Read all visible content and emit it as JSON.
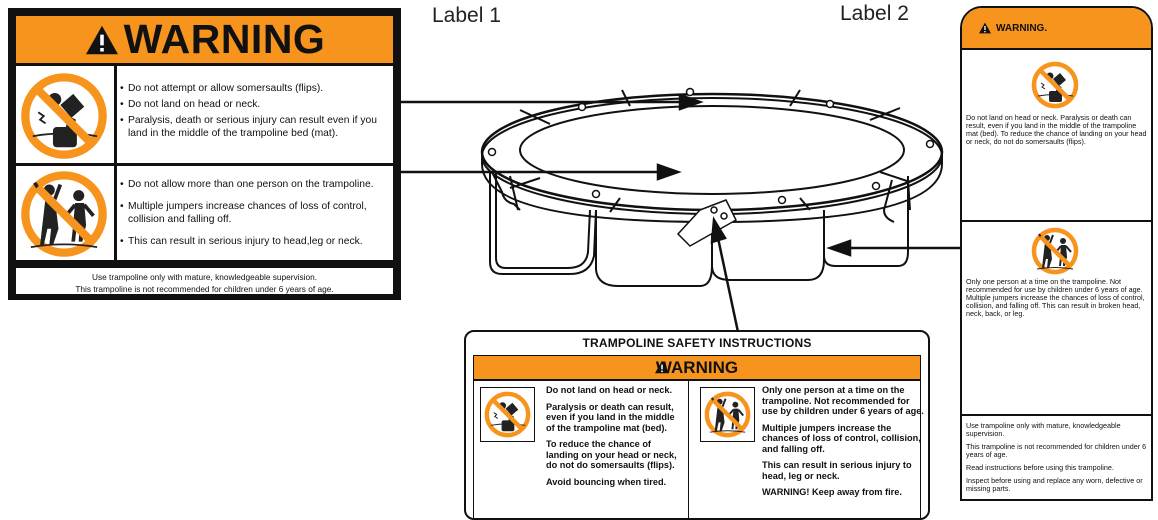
{
  "headings": {
    "label1": "Label 1",
    "label2": "Label 2"
  },
  "label1": {
    "warning": "WARNING",
    "row1": [
      "Do not attempt or allow somersaults (flips).",
      "Do not land on head or neck.",
      "Paralysis, death or serious injury can result even if you land in the middle of the trampoline bed (mat)."
    ],
    "row2": [
      "Do not allow more than one person on the trampoline.",
      "Multiple jumpers increase chances of loss of control, collision and falling off.",
      "This can result in serious injury to head,leg or neck."
    ],
    "footer": [
      "Use trampoline only with mature, knowledgeable supervision.",
      "This trampoline is not recommended for children under 6 years of age."
    ]
  },
  "label2": {
    "warning": "WARNING.",
    "sec1": "Do not land on head or neck. Paralysis or death can result, even if you land in the middle of the trampoline mat (bed). To reduce the chance of landing on your head or neck, do not do somersaults (flips).",
    "sec2": "Only one person at a time on the trampoline. Not recommended for use by children under 6 years of age. Multiple jumpers increase the chances of loss of control, collision, and falling off. This can result in broken head, neck, back, or leg.",
    "sec3": [
      "Use trampoline only with mature, knowledgeable supervision.",
      "This trampoline is not recommended for children under 6 years of age.",
      "Read instructions before using this trampoline.",
      "Inspect before using and replace any worn, defective or missing parts."
    ]
  },
  "sheet": {
    "title": "TRAMPOLINE SAFETY INSTRUCTIONS",
    "warning": "WARNING",
    "left": [
      "Do not land on head or neck.",
      "Paralysis or death can result, even if you land in the middle of the trampoline mat (bed).",
      "To reduce the chance of landing on your head or neck, do not do somersaults (flips).",
      "Avoid bouncing when tired."
    ],
    "right": [
      "Only one person at a time on the trampoline. Not recommended for use by children under 6 years of age.",
      "Multiple jumpers increase the chances of loss of control, collision, and falling off.",
      "This can result in serious injury to head, leg or neck.",
      "WARNING! Keep away from fire."
    ]
  },
  "colors": {
    "accent": "#f7941d",
    "ink": "#111111"
  },
  "icons": [
    "warning-triangle-icon",
    "no-somersault-icon",
    "no-multiple-jumpers-icon"
  ]
}
